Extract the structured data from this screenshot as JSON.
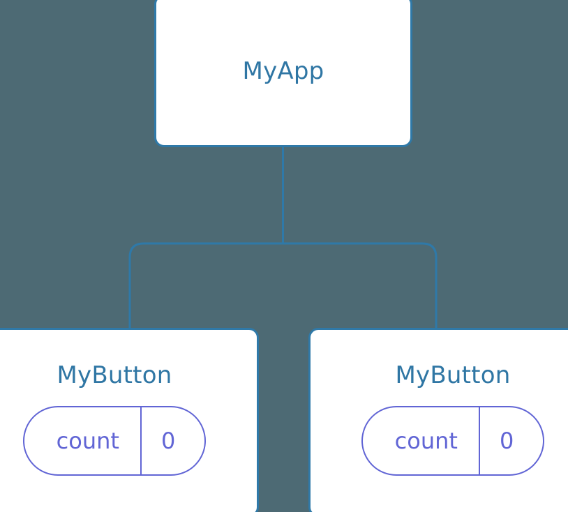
{
  "diagram": {
    "type": "component-tree",
    "background_color": "#4d6a74",
    "node_border_color": "#2f79a8",
    "node_fill_color": "#ffffff",
    "node_title_color": "#2f76a4",
    "connector_color": "#2f79a8",
    "pill_color": "#6165d5",
    "root": {
      "title": "MyApp"
    },
    "children": [
      {
        "title": "MyButton",
        "state": {
          "key": "count",
          "value": "0"
        }
      },
      {
        "title": "MyButton",
        "state": {
          "key": "count",
          "value": "0"
        }
      }
    ]
  }
}
